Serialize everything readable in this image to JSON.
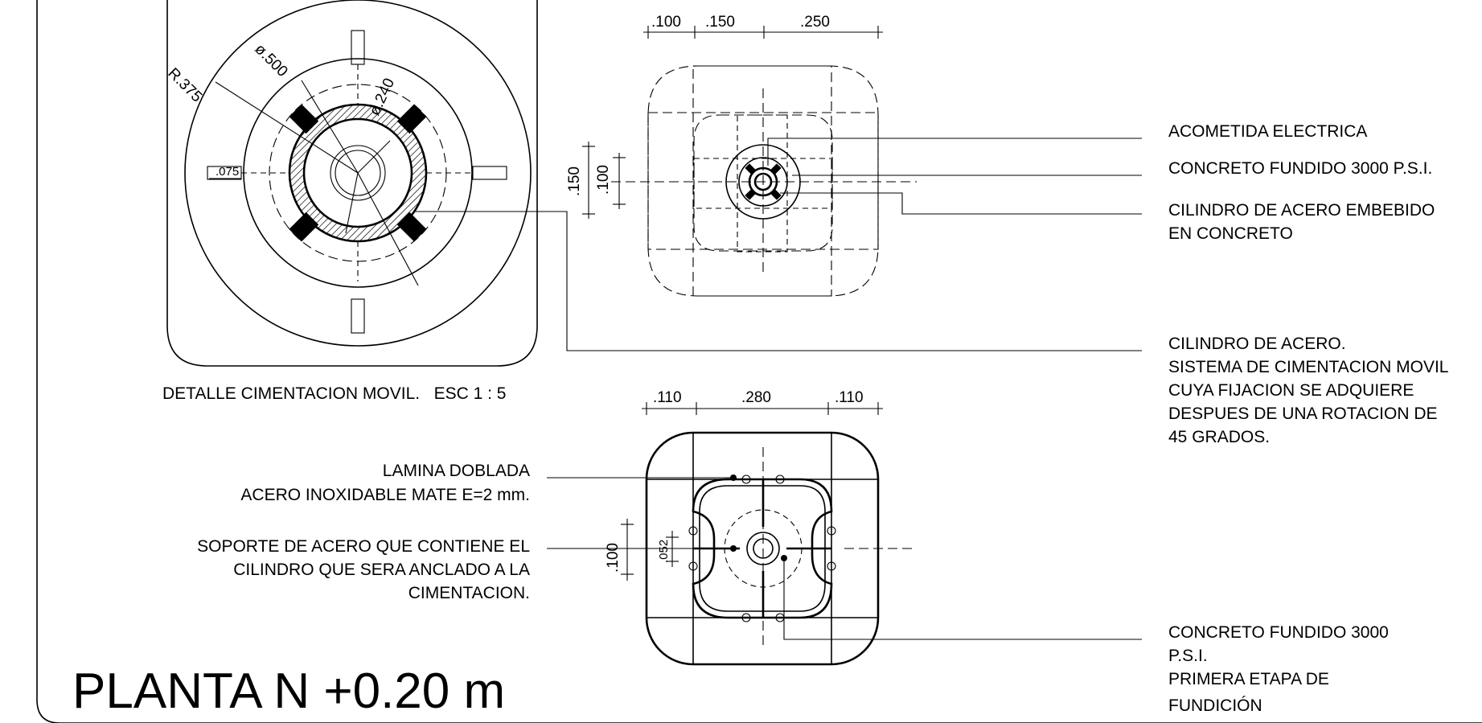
{
  "labels": {
    "acometida": "ACOMETIDA ELECTRICA",
    "concreto_fundido": "CONCRETO FUNDIDO 3000 P.S.I.",
    "cilindro_embebido_1": "CILINDRO DE ACERO EMBEBIDO",
    "cilindro_embebido_2": "EN CONCRETO",
    "cilindro_acero_lines": [
      "CILINDRO DE ACERO.",
      "SISTEMA DE CIMENTACION MOVIL",
      "CUYA FIJACION SE ADQUIERE",
      "DESPUES DE UNA ROTACION DE",
      "45 GRADOS."
    ],
    "lamina_1": "LAMINA DOBLADA",
    "lamina_2": "ACERO INOXIDABLE MATE E=2 mm.",
    "soporte_lines": [
      "SOPORTE DE ACERO QUE CONTIENE EL",
      "CILINDRO QUE SERA ANCLADO A LA",
      "CIMENTACION."
    ],
    "concreto_etapa_lines": [
      "CONCRETO FUNDIDO 3000",
      "P.S.I.",
      "PRIMERA ETAPA DE",
      "FUNDICIÓN"
    ],
    "detalle_caption": "DETALLE CIMENTACION MOVIL.   ESC 1 : 5",
    "plan_title": "PLANTA N +0.20 m"
  },
  "dimensions": {
    "detail_r": "R.375",
    "detail_d500": "ø.500",
    "detail_d240": "ø.240",
    "detail_075": ".075",
    "top_h": [
      ".100",
      ".150",
      ".250"
    ],
    "top_v": [
      ".150",
      ".100"
    ],
    "bottom_h": [
      ".110",
      ".280",
      ".110"
    ],
    "bottom_v": [
      ".100",
      ".052"
    ]
  }
}
